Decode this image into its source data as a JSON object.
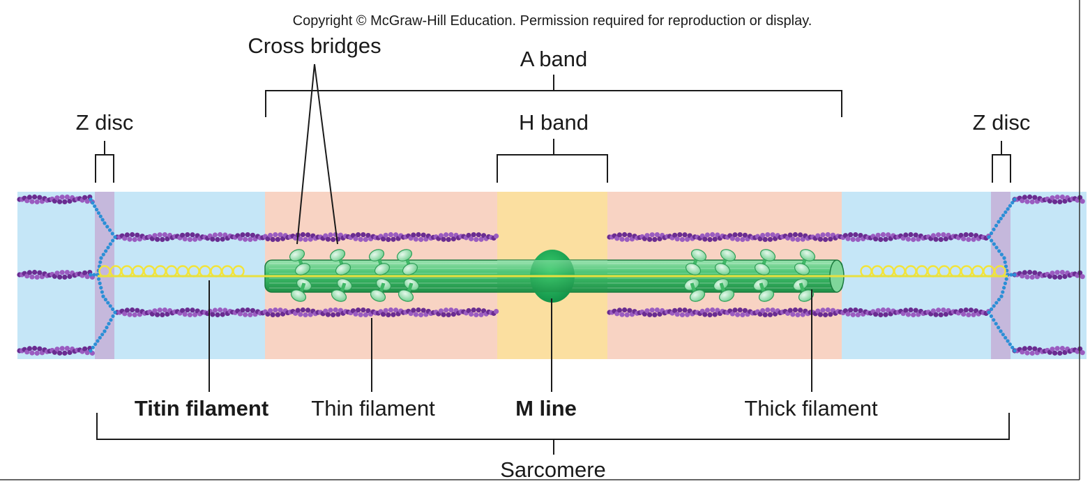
{
  "copyright": "Copyright © McGraw-Hill Education. Permission required for reproduction or display.",
  "labels": {
    "cross_bridges": "Cross bridges",
    "a_band": "A band",
    "h_band": "H band",
    "z_disc_left": "Z disc",
    "z_disc_right": "Z disc",
    "titin_filament": "Titin filament",
    "thin_filament": "Thin filament",
    "m_line": "M line",
    "thick_filament": "Thick filament",
    "sarcomere": "Sarcomere"
  },
  "colors": {
    "i_band": "#c5e6f7",
    "a_band": "#f8d3c3",
    "h_zone": "#fbdfa0",
    "z_disc": "#c5b8dc",
    "actin": "#6a2c91",
    "actin_highlight": "#9a5cc0",
    "myosin": "#2fae5a",
    "myosin_light": "#7fd69a",
    "myosin_head": "#a8e4bc",
    "titin": "#f2e43a",
    "z_connector": "#2b8fd6"
  }
}
